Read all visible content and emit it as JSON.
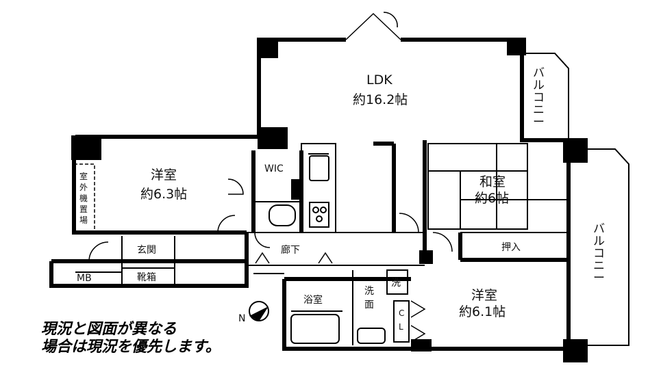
{
  "rooms": {
    "ldk": {
      "name": "LDK",
      "size": "約16.2帖"
    },
    "western1": {
      "name": "洋室",
      "size": "約6.3帖"
    },
    "japanese": {
      "name": "和室",
      "size": "約6帖"
    },
    "western2": {
      "name": "洋室",
      "size": "約6.1帖"
    },
    "wic": "WIC",
    "entrance": "玄関",
    "shoe_box": "靴箱",
    "hallway": "廊下",
    "closet": "押入",
    "bath": "浴室",
    "washroom_chars": [
      "洗",
      "面"
    ],
    "laundry": "洗",
    "cl_chars": [
      "C",
      "L"
    ],
    "mb": "MB"
  },
  "balcony_chars": [
    "バ",
    "ル",
    "コ",
    "ニ",
    "ー"
  ],
  "outdoor_unit_chars": [
    "室",
    "外",
    "機",
    "置",
    "場"
  ],
  "compass": {
    "label": "N"
  },
  "notice": [
    "現況と図面が異なる",
    "場合は現況を優先します。"
  ],
  "colors": {
    "wall": "#000000",
    "background": "#ffffff"
  }
}
